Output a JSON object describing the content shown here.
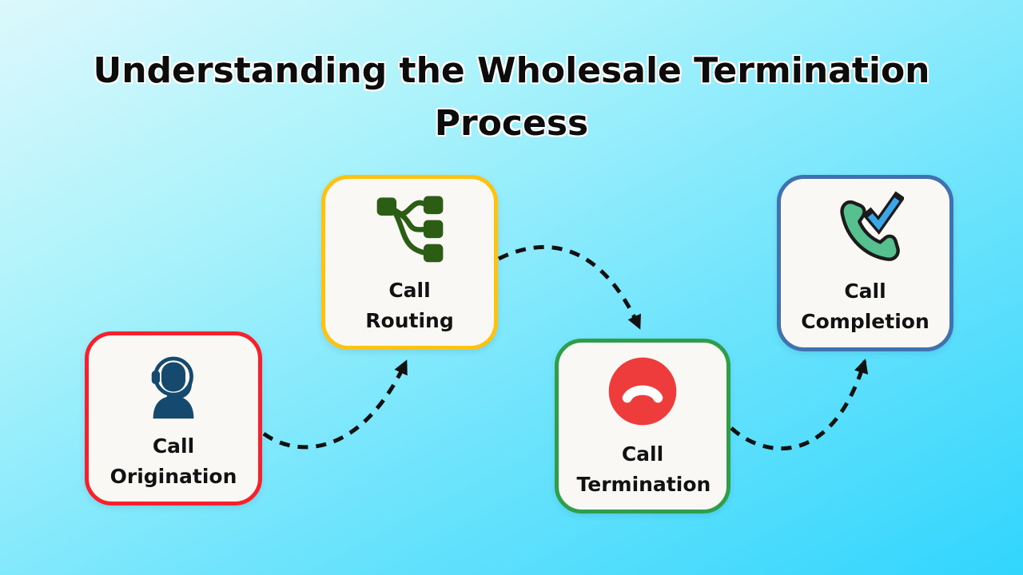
{
  "title": {
    "text": "Understanding the Wholesale Termination Process"
  },
  "background": {
    "gradient_top_left": "#dcf8fc",
    "gradient_bottom_right": "#31d5fd"
  },
  "nodes": [
    {
      "label": "Call Origination",
      "icon": "support-agent-icon",
      "border_color": "#f6212c",
      "icon_color": "#154a6e"
    },
    {
      "label": "Call Routing",
      "icon": "routing-branches-icon",
      "border_color": "#fec20f",
      "icon_color": "#2c5d15"
    },
    {
      "label": "Call Termination",
      "icon": "call-end-icon",
      "border_color": "#2f9e4a",
      "icon_color": "#ee3b3b",
      "icon_glyph_color": "#ffffff"
    },
    {
      "label": "Call Completion",
      "icon": "phone-check-icon",
      "border_color": "#3f72ae",
      "icon_phone_color": "#57c08f",
      "icon_check_color": "#3aa8e8",
      "icon_outline_color": "#1b1b1b"
    }
  ],
  "connectors": [
    {
      "from": "Call Origination",
      "to": "Call Routing",
      "style": "dashed-curved-arrow",
      "color": "#111111"
    },
    {
      "from": "Call Routing",
      "to": "Call Termination",
      "style": "dashed-curved-arrow",
      "color": "#111111"
    },
    {
      "from": "Call Termination",
      "to": "Call Completion",
      "style": "dashed-curved-arrow",
      "color": "#111111"
    }
  ]
}
